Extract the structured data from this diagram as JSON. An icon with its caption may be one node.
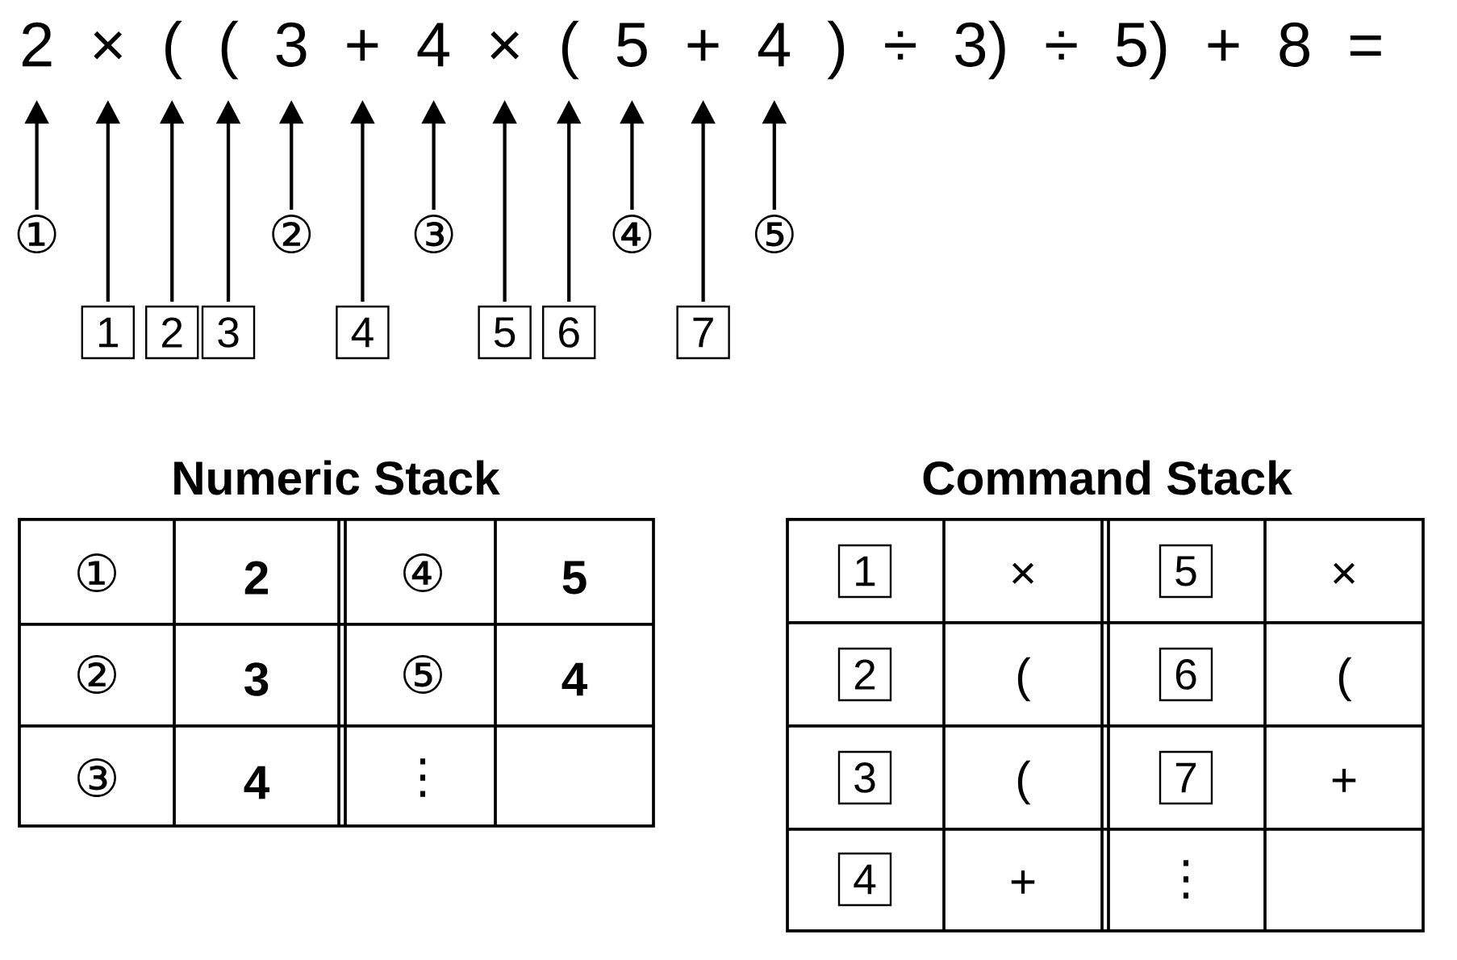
{
  "diagram": {
    "nodes": [
      {
        "text": [
          "①"
        ]
      },
      {
        "text": [
          "②"
        ]
      },
      {
        "text": [
          "③"
        ]
      },
      {
        "text": [
          "④"
        ]
      },
      {
        "text": [
          "⑤"
        ]
      },
      {
        "text": [
          "1"
        ]
      },
      {
        "text": [
          "2"
        ]
      },
      {
        "text": [
          "3"
        ]
      },
      {
        "text": [
          "4"
        ]
      },
      {
        "text": [
          "5"
        ]
      },
      {
        "text": [
          "6"
        ]
      },
      {
        "text": [
          "7"
        ]
      },
      {
        "text": [
          "1"
        ]
      },
      {
        "text": [
          "5"
        ]
      },
      {
        "text": [
          "2"
        ]
      },
      {
        "text": [
          "6"
        ]
      },
      {
        "text": [
          "3"
        ]
      },
      {
        "text": [
          "7"
        ]
      },
      {
        "text": [
          "4"
        ]
      }
    ],
    "edges": [
      {
        "from": 0,
        "to": null,
        "arrow": "to"
      },
      {
        "from": 1,
        "to": null,
        "arrow": "to"
      },
      {
        "from": 2,
        "to": null,
        "arrow": "to"
      },
      {
        "from": 3,
        "to": null,
        "arrow": "to"
      },
      {
        "from": 4,
        "to": null,
        "arrow": "to"
      },
      {
        "from": 5,
        "to": null,
        "arrow": "to"
      },
      {
        "from": 6,
        "to": null,
        "arrow": "to"
      },
      {
        "from": 7,
        "to": null,
        "arrow": "to"
      },
      {
        "from": 8,
        "to": null,
        "arrow": "to"
      },
      {
        "from": 9,
        "to": null,
        "arrow": "to"
      },
      {
        "from": 10,
        "to": null,
        "arrow": "to"
      },
      {
        "from": 11,
        "to": null,
        "arrow": "to"
      }
    ],
    "labels": [
      "2 × ( ( 3 + 4 × ( 5 + 4 ) ÷ 3) ÷ 5) + 8 =",
      "Numeric Stack",
      "①",
      "2",
      "④",
      "5",
      "②",
      "3",
      "⑤",
      "4",
      "③",
      "4",
      "⋮",
      "Command Stack",
      "×",
      "×",
      "(",
      "(",
      "(",
      "+",
      "+",
      "⋮"
    ]
  }
}
